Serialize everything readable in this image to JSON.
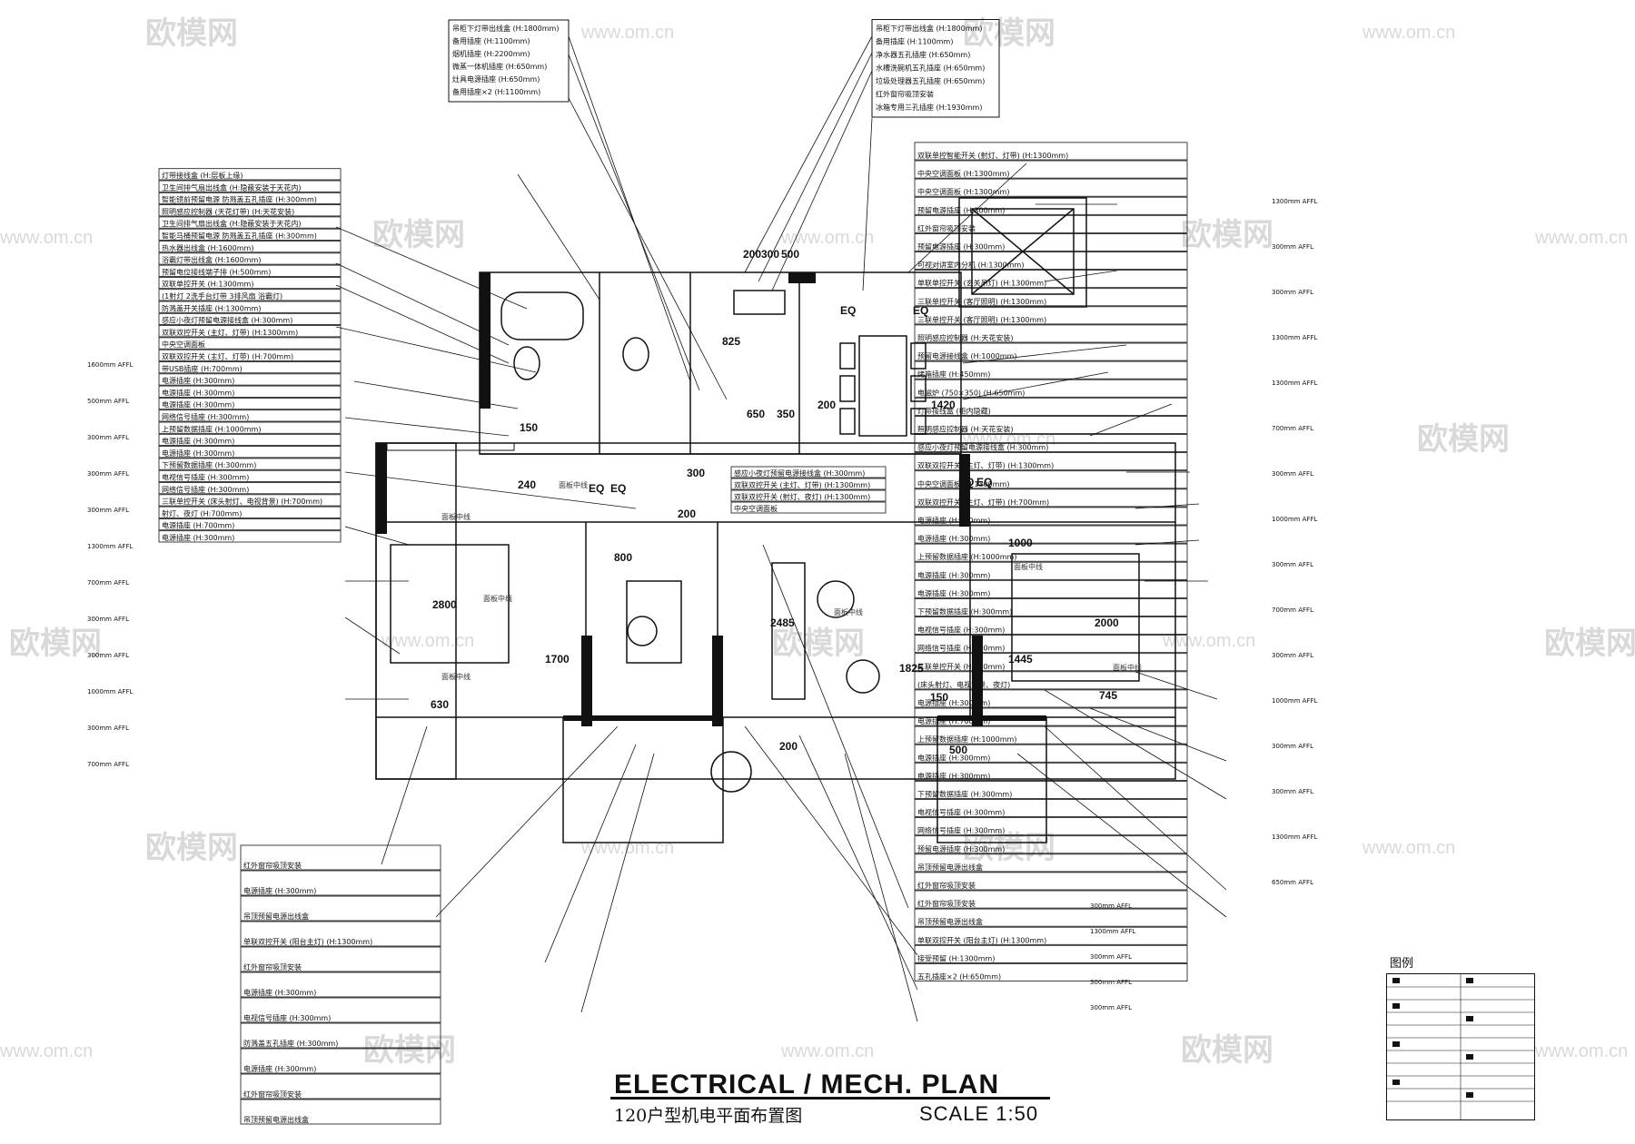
{
  "title": {
    "en": "ELECTRICAL / MECH. PLAN",
    "cn": "120户型机电平面布置图",
    "scale": "SCALE 1:50"
  },
  "legend_title": "图例",
  "watermark": {
    "brand": "欧模网",
    "url": "www.om.cn"
  },
  "dimensions": [
    "200",
    "300",
    "500",
    "825",
    "650",
    "350",
    "200",
    "1420",
    "240",
    "300",
    "150",
    "200",
    "800",
    "1000",
    "2800",
    "1700",
    "2485",
    "1825",
    "150",
    "500",
    "200",
    "2000",
    "1445",
    "745",
    "630",
    "EQ",
    "EQ",
    "EQ",
    "EQ",
    "EQ",
    "EQ"
  ],
  "rooms": [
    "面板中线",
    "面板中线",
    "面板中线",
    "面板中线",
    "面板中线",
    "面板中线",
    "面板中线"
  ],
  "callouts_top_left": [
    "吊柜下灯带出线盒 (H:1800mm)",
    "备用插座 (H:1100mm)",
    "烟机插座 (H:2200mm)",
    "微蒸一体机插座 (H:650mm)",
    "灶具电源插座 (H:650mm)",
    "备用插座×2 (H:1100mm)"
  ],
  "callouts_top_right": [
    "吊柜下灯带出线盒 (H:1800mm)",
    "备用插座 (H:1100mm)",
    "净水器五孔插座 (H:650mm)",
    "水槽洗碗机五孔插座 (H:650mm)",
    "垃圾处理器五孔插座 (H:650mm)",
    "红外窗帘吸顶安装",
    "冰箱专用三孔插座 (H:1930mm)"
  ],
  "callouts_left": [
    "灯带接线盒 (H:层板上缘)",
    "卫生间排气扇出线盒 (H:隐蔽安装于天花内)",
    "智能镜前预留电源 防溅盖五孔插座 (H:300mm)",
    "照明感应控制器 (天花灯带) (H:天花安装)",
    "卫生间排气扇出线盒 (H:隐蔽安装于天花内)",
    "智能马桶预留电源 防溅盖五孔插座 (H:300mm)",
    "热水器出线盒 (H:1600mm)",
    "浴霸灯带出线盒 (H:1600mm)",
    "预留电位接线端子排 (H:500mm)",
    "双联单控开关 (H:1300mm)",
    "(1射灯 2洗手台灯带 3排风扇 浴霸灯)",
    "防溅盖开关插座 (H:1300mm)",
    "感应小夜灯预留电源接线盒 (H:300mm)",
    "双联双控开关 (主灯、灯带) (H:1300mm)",
    "中央空调面板",
    "双联双控开关 (主灯、灯带) (H:700mm)",
    "带USB插座 (H:700mm)",
    "电源插座 (H:300mm)",
    "电源插座 (H:300mm)",
    "电源插座 (H:300mm)",
    "网络信号插座 (H:300mm)",
    "上预留数据插座 (H:1000mm)",
    "电源插座 (H:300mm)",
    "电源插座 (H:300mm)",
    "下预留数据插座 (H:300mm)",
    "电视信号插座 (H:300mm)",
    "网络信号插座 (H:300mm)",
    "三联单控开关 (床头射灯、电视背景) (H:700mm)",
    "射灯、夜灯 (H:700mm)",
    "电源插座 (H:700mm)",
    "电源插座 (H:300mm)"
  ],
  "callouts_left_tags": [
    "1600mm AFFL",
    "500mm AFFL",
    "300mm AFFL",
    "300mm AFFL",
    "300mm AFFL",
    "1300mm AFFL",
    "700mm AFFL",
    "300mm AFFL",
    "300mm AFFL",
    "1000mm AFFL",
    "300mm AFFL",
    "700mm AFFL"
  ],
  "callouts_center": [
    "感应小夜灯预留电源接线盒 (H:300mm)",
    "双联双控开关 (主灯、灯带) (H:1300mm)",
    "双联双控开关 (射灯、夜灯) (H:1300mm)",
    "中央空调面板"
  ],
  "callouts_right": [
    "双联单控智能开关 (射灯、灯带) (H:1300mm)",
    "中央空调面板 (H:1300mm)",
    "中央空调面板 (H:1300mm)",
    "预留电源插座 (H:300mm)",
    "红外窗帘吸顶安装",
    "预留电源插座 (H:300mm)",
    "可视对讲室内分机 (H:1300mm)",
    "单联单控开关 (玄关吊灯) (H:1300mm)",
    "三联单控开关 (客厅照明) (H:1300mm)",
    "三联单控开关 (客厅照明) (H:1300mm)",
    "照明感应控制器 (H:天花安装)",
    "预留电源接线盒 (H:1000mm)",
    "烤箱插座 (H:450mm)",
    "电磁炉 (750×350) (H:650mm)",
    "灯带接线盒 (柜内隐藏)",
    "照明感应控制器 (H:天花安装)",
    "感应小夜灯预留电源接线盒 (H:300mm)",
    "双联双控开关 (主灯、灯带) (H:1300mm)",
    "中央空调面板 (H:1300mm)",
    "双联双控开关 (主灯、灯带) (H:700mm)",
    "电源插座 (H:700mm)",
    "电源插座 (H:300mm)",
    "上预留数据插座 (H:1000mm)",
    "电源插座 (H:300mm)",
    "电源插座 (H:300mm)",
    "下预留数据插座 (H:300mm)",
    "电视信号插座 (H:300mm)",
    "网络信号插座 (H:300mm)",
    "三联单控开关 (H:700mm)",
    "(床头射灯、电视背景、夜灯)",
    "电源插座 (H:300mm)",
    "电源插座 (H:700mm)",
    "上预留数据插座 (H:1000mm)",
    "电源插座 (H:300mm)",
    "电源插座 (H:300mm)",
    "下预留数据插座 (H:300mm)",
    "电视信号插座 (H:300mm)",
    "网络信号插座 (H:300mm)",
    "预留电源插座 (H:300mm)",
    "吊顶预留电源出线盒",
    "红外窗帘吸顶安装",
    "红外窗帘吸顶安装",
    "吊顶预留电源出线盒",
    "单联双控开关 (阳台主灯) (H:1300mm)",
    "接受预留 (H:1300mm)",
    "五孔插座×2 (H:650mm)"
  ],
  "callouts_right_tags": [
    "1300mm AFFL",
    "300mm AFFL",
    "300mm AFFL",
    "1300mm AFFL",
    "1300mm AFFL",
    "700mm AFFL",
    "300mm AFFL",
    "1000mm AFFL",
    "300mm AFFL",
    "700mm AFFL",
    "300mm AFFL",
    "1000mm AFFL",
    "300mm AFFL",
    "300mm AFFL",
    "1300mm AFFL",
    "650mm AFFL"
  ],
  "callouts_bottom": [
    "红外窗帘吸顶安装",
    "电源插座 (H:300mm)",
    "吊顶预留电源出线盒",
    "单联双控开关 (阳台主灯) (H:1300mm)",
    "红外窗帘吸顶安装",
    "电源插座 (H:300mm)",
    "电视信号插座 (H:300mm)",
    "防溅盖五孔插座 (H:300mm)",
    "电源插座 (H:300mm)",
    "红外窗帘吸顶安装",
    "吊顶预留电源出线盒"
  ],
  "callouts_bottom_tags": [
    "300mm AFFL",
    "1300mm AFFL",
    "300mm AFFL",
    "300mm AFFL",
    "300mm AFFL"
  ]
}
